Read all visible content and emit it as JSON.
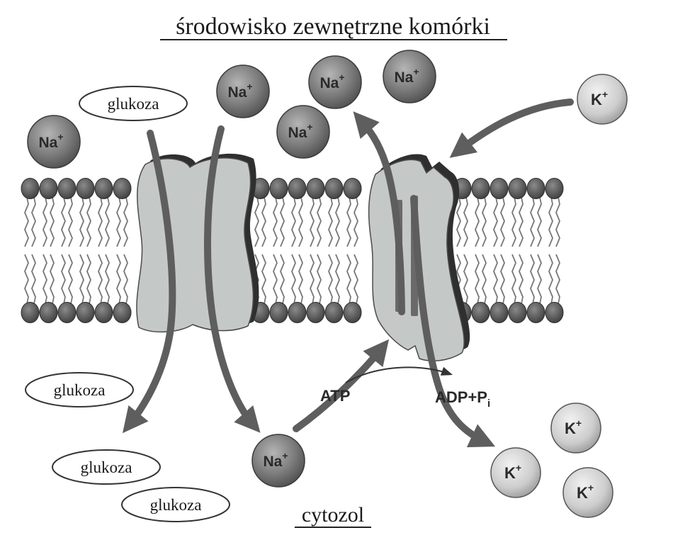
{
  "diagram": {
    "title_outside": "środowisko zewnętrzne komórki",
    "title_inside": "cytozol",
    "glucose_label": "glukoza",
    "sodium_label": "Na",
    "potassium_label": "K",
    "ion_charge": "+",
    "atp_label": "ATP",
    "adp_label": "ADP+P",
    "adp_subscript": "i"
  },
  "colors": {
    "protein_fill": "#c4c8c6",
    "protein_stroke": "#4a4a4a",
    "arrow": "#5e5e5e",
    "lipid_head": "#555555",
    "ion_dark": "#6e6e6e",
    "ion_light": "#cfcfcf"
  }
}
